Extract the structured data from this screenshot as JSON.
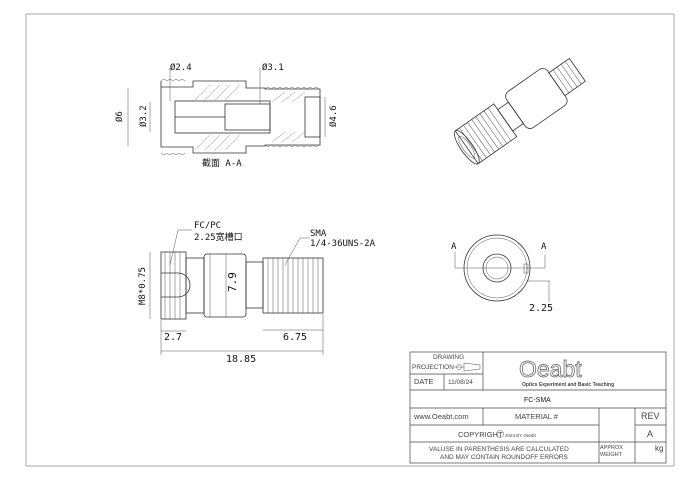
{
  "section_view": {
    "dim_d24": "Ø2.4",
    "dim_d31": "Ø3.1",
    "dim_d6": "Ø6",
    "dim_d32": "Ø3.2",
    "dim_d46": "Ø4.6",
    "caption": "截面 A-A"
  },
  "side_view": {
    "fc_label": "FC/PC",
    "fc_slot": "2.25宽槽口",
    "sma_label": "SMA",
    "sma_thread": "1/4-36UNS-2A",
    "dim_m8": "M8*0.75",
    "dim_79": "7.9",
    "dim_27": "2.7",
    "dim_675": "6.75",
    "dim_1885": "18.85"
  },
  "end_view": {
    "section_mark_left": "A",
    "section_mark_right": "A",
    "dim_225": "2.25"
  },
  "title_block": {
    "drawing": "DRAWING",
    "projection": "PROJECTION",
    "date_label": "DATE",
    "date_value": "11/08/24",
    "logo_text": "Oeabt",
    "logo_tagline": "Optics Experiment and Basic Teaching",
    "part_name": "FC-SMA",
    "website": "www.Oeabt.com",
    "material": "MATERIAL #",
    "rev_label": "REV",
    "rev_value": "A",
    "copyright": "COPYRIGHT",
    "copyright_year": "2024 BY Oeabt",
    "note_line1": "VALUSE IN PARENTHESIS ARE CALCULATED",
    "note_line2": "AND MAY CONTAIN ROUNDOFF ERRORS",
    "approx": "APPROX",
    "weight": "WEIGHT",
    "weight_unit": "kg"
  }
}
